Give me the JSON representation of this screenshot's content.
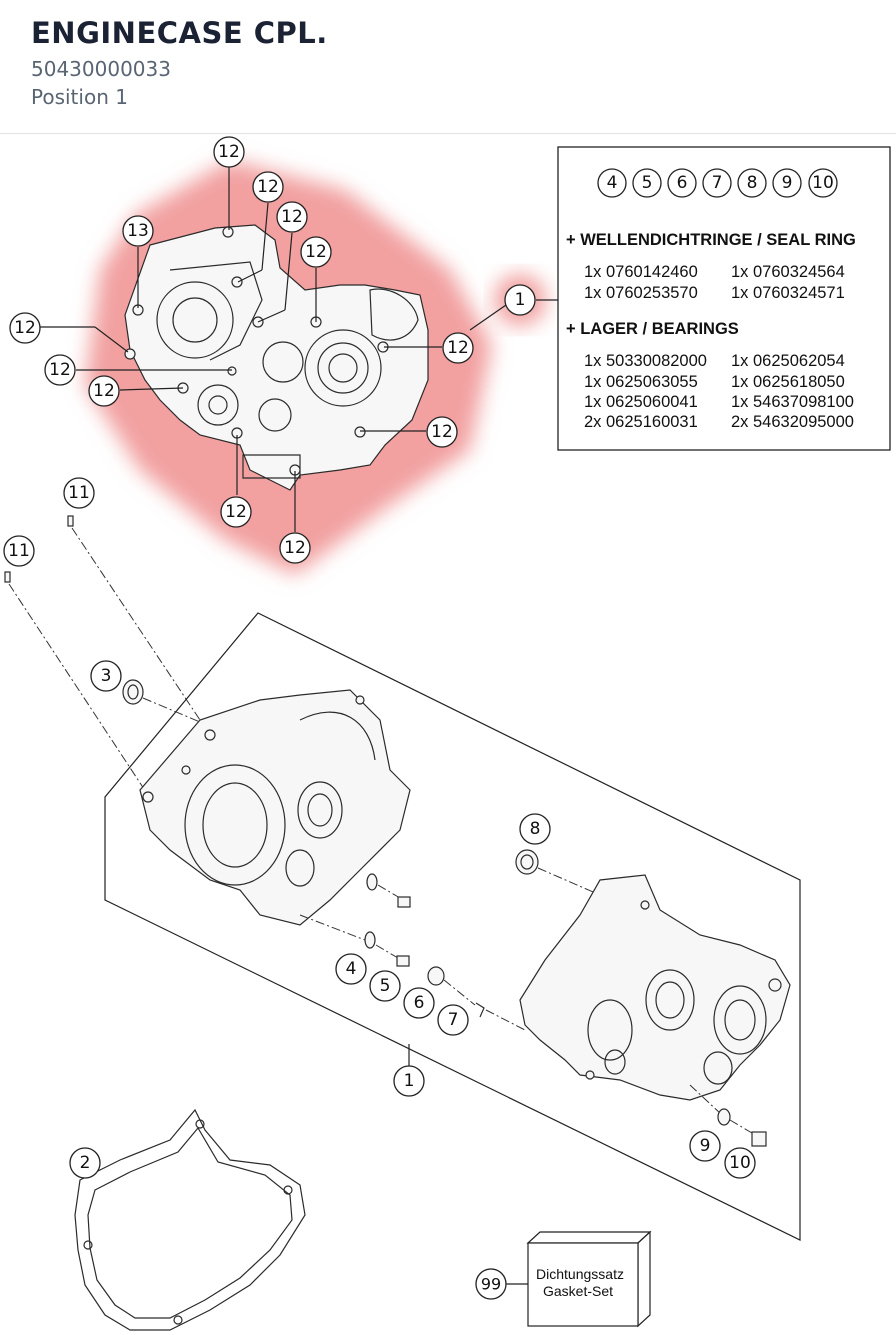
{
  "header": {
    "title": "ENGINECASE CPL.",
    "part_number": "50430000033",
    "position": "Position 1"
  },
  "legend_box": {
    "circled_numbers": [
      "4",
      "5",
      "6",
      "7",
      "8",
      "9",
      "10"
    ],
    "seal_heading": "+ WELLENDICHTRINGE / SEAL RING",
    "seal_rows": [
      [
        "1x 0760142460",
        "1x 0760324564"
      ],
      [
        "1x 0760253570",
        "1x 0760324571"
      ]
    ],
    "bearing_heading": "+ LAGER / BEARINGS",
    "bearing_rows": [
      [
        "1x 50330082000",
        "1x 0625062054"
      ],
      [
        "1x 0625063055",
        "1x 0625618050"
      ],
      [
        "1x 0625060041",
        "1x 54637098100"
      ],
      [
        "2x 0625160031",
        "2x 54632095000"
      ]
    ]
  },
  "callouts": {
    "c1_top": "1",
    "c12": "12",
    "c13": "13",
    "c11": "11",
    "c3": "3",
    "c8": "8",
    "c4": "4",
    "c5": "5",
    "c6": "6",
    "c7": "7",
    "c1_bottom": "1",
    "c9": "9",
    "c10": "10",
    "c2": "2",
    "c99": "99"
  },
  "gasket_set": {
    "line1": "Dichtungssatz",
    "line2": "Gasket-Set"
  },
  "colors": {
    "highlight": "#f2a0a0",
    "title": "#1a2233",
    "subtitle": "#5a6573"
  }
}
